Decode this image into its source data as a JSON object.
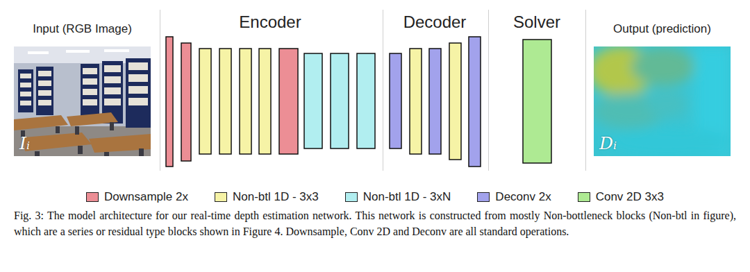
{
  "diagram": {
    "caption": "Fig. 3: The model architecture for our real-time depth estimation network. This network is constructed from mostly Non-bottleneck blocks (Non-btl in figure), which are a series or residual type blocks shown in Figure 4. Downsample, Conv 2D and Deconv are all standard operations.",
    "nodes": [
      {
        "text": [
          "Input (RGB Image)",
          "Iᵢ"
        ]
      },
      {
        "text": [
          "Output (prediction)",
          "Dᵢ"
        ]
      }
    ],
    "labels": [
      "Encoder",
      "Decoder",
      "Solver"
    ],
    "legend": [
      {
        "text": "Downsample 2x",
        "color": "#ec8e95"
      },
      {
        "text": "Non-btl 1D - 3x3",
        "color": "#f6f3a6"
      },
      {
        "text": "Non-btl 1D - 3xN",
        "color": "#b1eef0"
      },
      {
        "text": "Deconv 2x",
        "color": "#a2a2ec"
      },
      {
        "text": "Conv 2D 3x3",
        "color": "#aeea93"
      }
    ]
  }
}
